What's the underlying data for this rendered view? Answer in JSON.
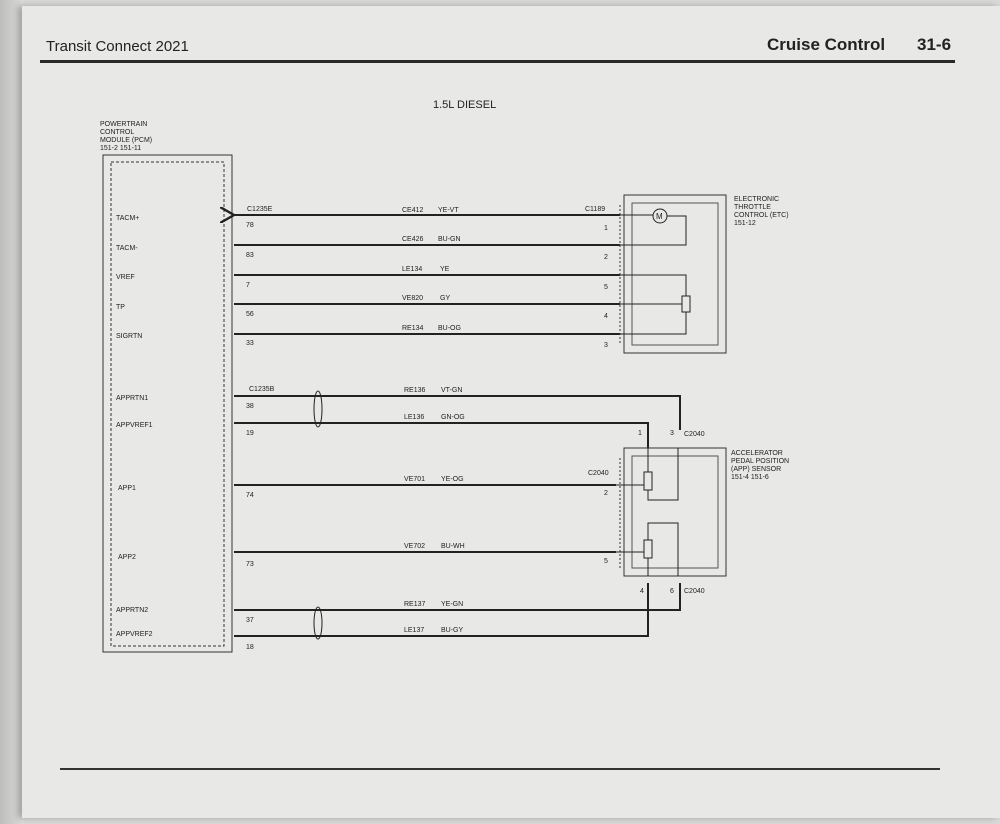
{
  "header": {
    "left": "Transit Connect 2021",
    "title": "Cruise Control",
    "page": "31-6"
  },
  "diagram": {
    "title": "1.5L DIESEL",
    "pcm": {
      "lines": [
        "POWERTRAIN",
        "CONTROL",
        "MODULE (PCM)",
        "151-2    151-11"
      ],
      "pins": [
        "TACM+",
        "TACM-",
        "VREF",
        "TP",
        "SIGRTN",
        "APPRTN1",
        "APPVREF1",
        "APP1",
        "APP2",
        "APPRTN2",
        "APPVREF2"
      ]
    },
    "connectors": {
      "c1235e": "C1235E",
      "c1235b": "C1235B",
      "c1189": "C1189",
      "c2040_top": "C2040",
      "c2040_mid": "C2040",
      "c2040_bot": "C2040"
    },
    "wires": [
      {
        "circuit": "CE412",
        "color": "YE-VT",
        "pcm_pin": "78",
        "dev_pin": "1"
      },
      {
        "circuit": "CE426",
        "color": "BU-GN",
        "pcm_pin": "83",
        "dev_pin": "2"
      },
      {
        "circuit": "LE134",
        "color": "YE",
        "pcm_pin": "7",
        "dev_pin": "5"
      },
      {
        "circuit": "VE820",
        "color": "GY",
        "pcm_pin": "56",
        "dev_pin": "4"
      },
      {
        "circuit": "RE134",
        "color": "BU-OG",
        "pcm_pin": "33",
        "dev_pin": "3"
      },
      {
        "circuit": "RE136",
        "color": "VT-GN",
        "pcm_pin": "38",
        "dev_pin": "3"
      },
      {
        "circuit": "LE136",
        "color": "GN-OG",
        "pcm_pin": "19",
        "dev_pin": "1"
      },
      {
        "circuit": "VE701",
        "color": "YE-OG",
        "pcm_pin": "74",
        "dev_pin": "2"
      },
      {
        "circuit": "VE702",
        "color": "BU-WH",
        "pcm_pin": "73",
        "dev_pin": "5"
      },
      {
        "circuit": "RE137",
        "color": "YE-GN",
        "pcm_pin": "37",
        "dev_pin": "6"
      },
      {
        "circuit": "LE137",
        "color": "BU-GY",
        "pcm_pin": "18",
        "dev_pin": "4"
      }
    ],
    "etc": {
      "lines": [
        "ELECTRONIC",
        "THROTTLE",
        "CONTROL (ETC)",
        "151-12"
      ],
      "motor_symbol": "M"
    },
    "app": {
      "lines": [
        "ACCELERATOR",
        "PEDAL POSITION",
        "(APP) SENSOR",
        "151-4    151-6"
      ]
    }
  }
}
